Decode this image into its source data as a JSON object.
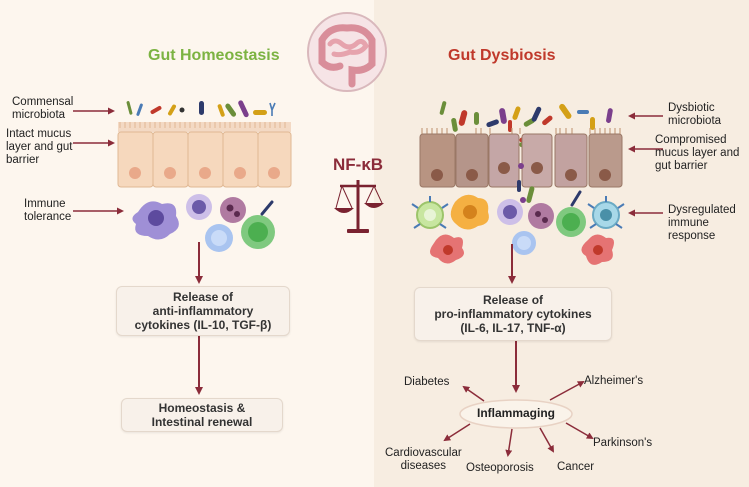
{
  "left": {
    "title": "Gut Homeostasis",
    "labels": {
      "commensal": "Commensal\nmicrobiota",
      "mucus": "Intact mucus\nlayer and gut\nbarrier",
      "immune": "Immune\ntolerance"
    },
    "box1": "Release of\nanti-inflammatory\ncytokines (IL-10, TGF-β)",
    "box2": "Homeostasis &\nIntestinal renewal"
  },
  "center": {
    "nfkb": "NF-κB"
  },
  "right": {
    "title": "Gut Dysbiosis",
    "labels": {
      "dysbiotic": "Dysbiotic\nmicrobiota",
      "compromised": "Compromised\nmucus layer and\ngut barrier",
      "dysregulated": "Dysregulated\nimmune\nresponse"
    },
    "box1": "Release of\npro-inflammatory cytokines\n(IL-6, IL-17, TNF-α)",
    "hub": "Inflammaging",
    "outcomes": {
      "diabetes": "Diabetes",
      "alzheimers": "Alzheimer's",
      "parkinsons": "Parkinson's",
      "cardio": "Cardiovascular\ndiseases",
      "osteo": "Osteoporosis",
      "cancer": "Cancer"
    }
  },
  "colors": {
    "left_title": "#7cb342",
    "right_title": "#c0392b",
    "arrow": "#8b2c3a"
  }
}
